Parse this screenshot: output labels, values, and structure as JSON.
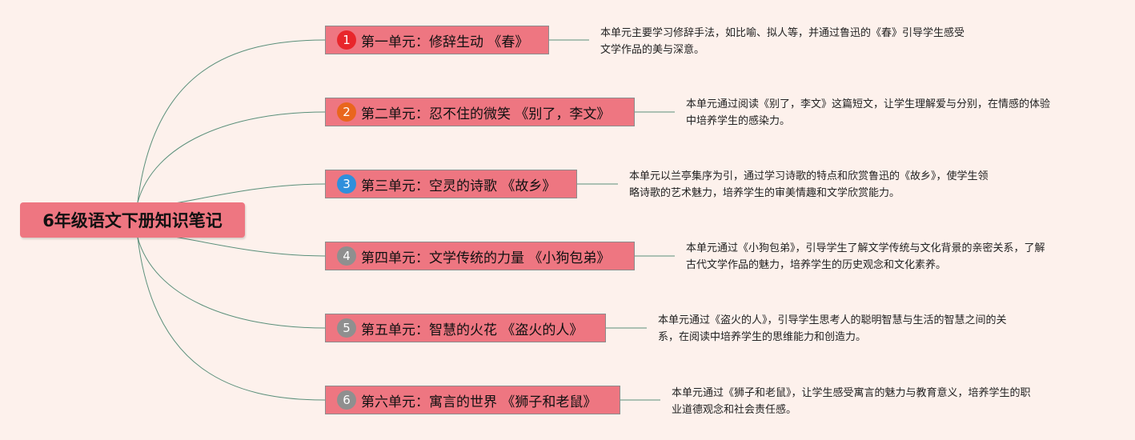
{
  "root": {
    "title": "6年级语文下册知识笔记"
  },
  "units": [
    {
      "number": "1",
      "badge_color": "#e8262b",
      "label": "第一单元：修辞生动 《春》",
      "desc_line1": "本单元主要学习修辞手法，如比喻、拟人等，并通过鲁迅的《春》引导学生感受",
      "desc_line2": "文学作品的美与深意。"
    },
    {
      "number": "2",
      "badge_color": "#e9661d",
      "label": "第二单元：忍不住的微笑 《别了，李文》",
      "desc_line1": "本单元通过阅读《别了，李文》这篇短文，让学生理解爱与分别，在情感的体验",
      "desc_line2": "中培养学生的感染力。"
    },
    {
      "number": "3",
      "badge_color": "#2f8fdc",
      "label": "第三单元：空灵的诗歌 《故乡》",
      "desc_line1": "本单元以兰亭集序为引，通过学习诗歌的特点和欣赏鲁迅的《故乡》，使学生领",
      "desc_line2": "略诗歌的艺术魅力，培养学生的审美情趣和文学欣赏能力。"
    },
    {
      "number": "4",
      "badge_color": "#8f8f8f",
      "label": "第四单元：文学传统的力量 《小狗包弟》",
      "desc_line1": "本单元通过《小狗包弟》，引导学生了解文学传统与文化背景的亲密关系，了解",
      "desc_line2": "古代文学作品的魅力，培养学生的历史观念和文化素养。"
    },
    {
      "number": "5",
      "badge_color": "#8f8f8f",
      "label": "第五单元：智慧的火花 《盗火的人》",
      "desc_line1": "本单元通过《盗火的人》，引导学生思考人的聪明智慧与生活的智慧之间的关",
      "desc_line2": "系，在阅读中培养学生的思维能力和创造力。"
    },
    {
      "number": "6",
      "badge_color": "#8f8f8f",
      "label": "第六单元：寓言的世界 《狮子和老鼠》",
      "desc_line1": "本单元通过《狮子和老鼠》，让学生感受寓言的魅力与教育意义，培养学生的职",
      "desc_line2": "业道德观念和社会责任感。"
    }
  ],
  "colors": {
    "node_fill": "#ee7681",
    "connector": "#5a8f7a",
    "background": "#fdf1ec"
  }
}
